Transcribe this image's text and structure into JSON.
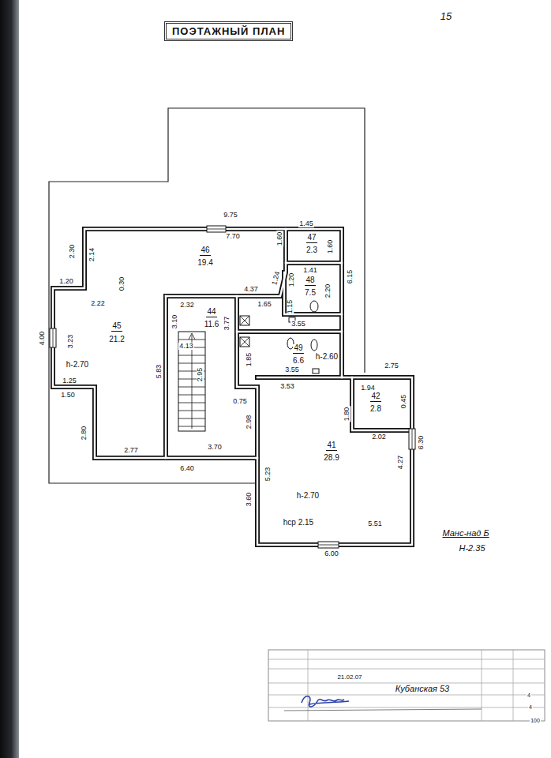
{
  "diagram": {
    "title": "ПОЭТАЖНЫЙ ПЛАН",
    "nodes": [
      {
        "text": [
          "47",
          "2.3"
        ]
      },
      {
        "text": [
          "46",
          "19.4"
        ]
      },
      {
        "text": [
          "48",
          "7.5"
        ]
      },
      {
        "text": [
          "45",
          "21.2",
          "h-2.70"
        ]
      },
      {
        "text": [
          "44",
          "11.6"
        ]
      },
      {
        "text": [
          "49",
          "6.6",
          "h-2.60"
        ]
      },
      {
        "text": [
          "42",
          "2.8"
        ]
      },
      {
        "text": [
          "41",
          "28.9",
          "h-2.70",
          "hср 2.15"
        ]
      }
    ],
    "labels": [
      "15",
      "9.75",
      "7.70",
      "1.45",
      "1.60",
      "1.60",
      "2.30",
      "2.14",
      "1.20",
      "0.30",
      "2.22",
      "4.37",
      "1.24",
      "1.20",
      "1.41",
      "2.20",
      "6.15",
      "1.65",
      "1.15",
      "2.32",
      "3.10",
      "3.77",
      "3.55",
      "4.00",
      "3.23",
      "5.83",
      "4.13",
      "2.95",
      "1.85",
      "3.55",
      "2.75",
      "3.53",
      "1.94",
      "0.45",
      "1.80",
      "2.02",
      "0.75",
      "1.25",
      "1.50",
      "2.80",
      "2.98",
      "2.77",
      "3.70",
      "5.23",
      "4.27",
      "6.30",
      "6.40",
      "3.60",
      "5.51",
      "6.00",
      "Манс-над Б",
      "H-2.35",
      "21.02.07",
      "Кубанская 53",
      "4",
      "4",
      "100"
    ]
  }
}
